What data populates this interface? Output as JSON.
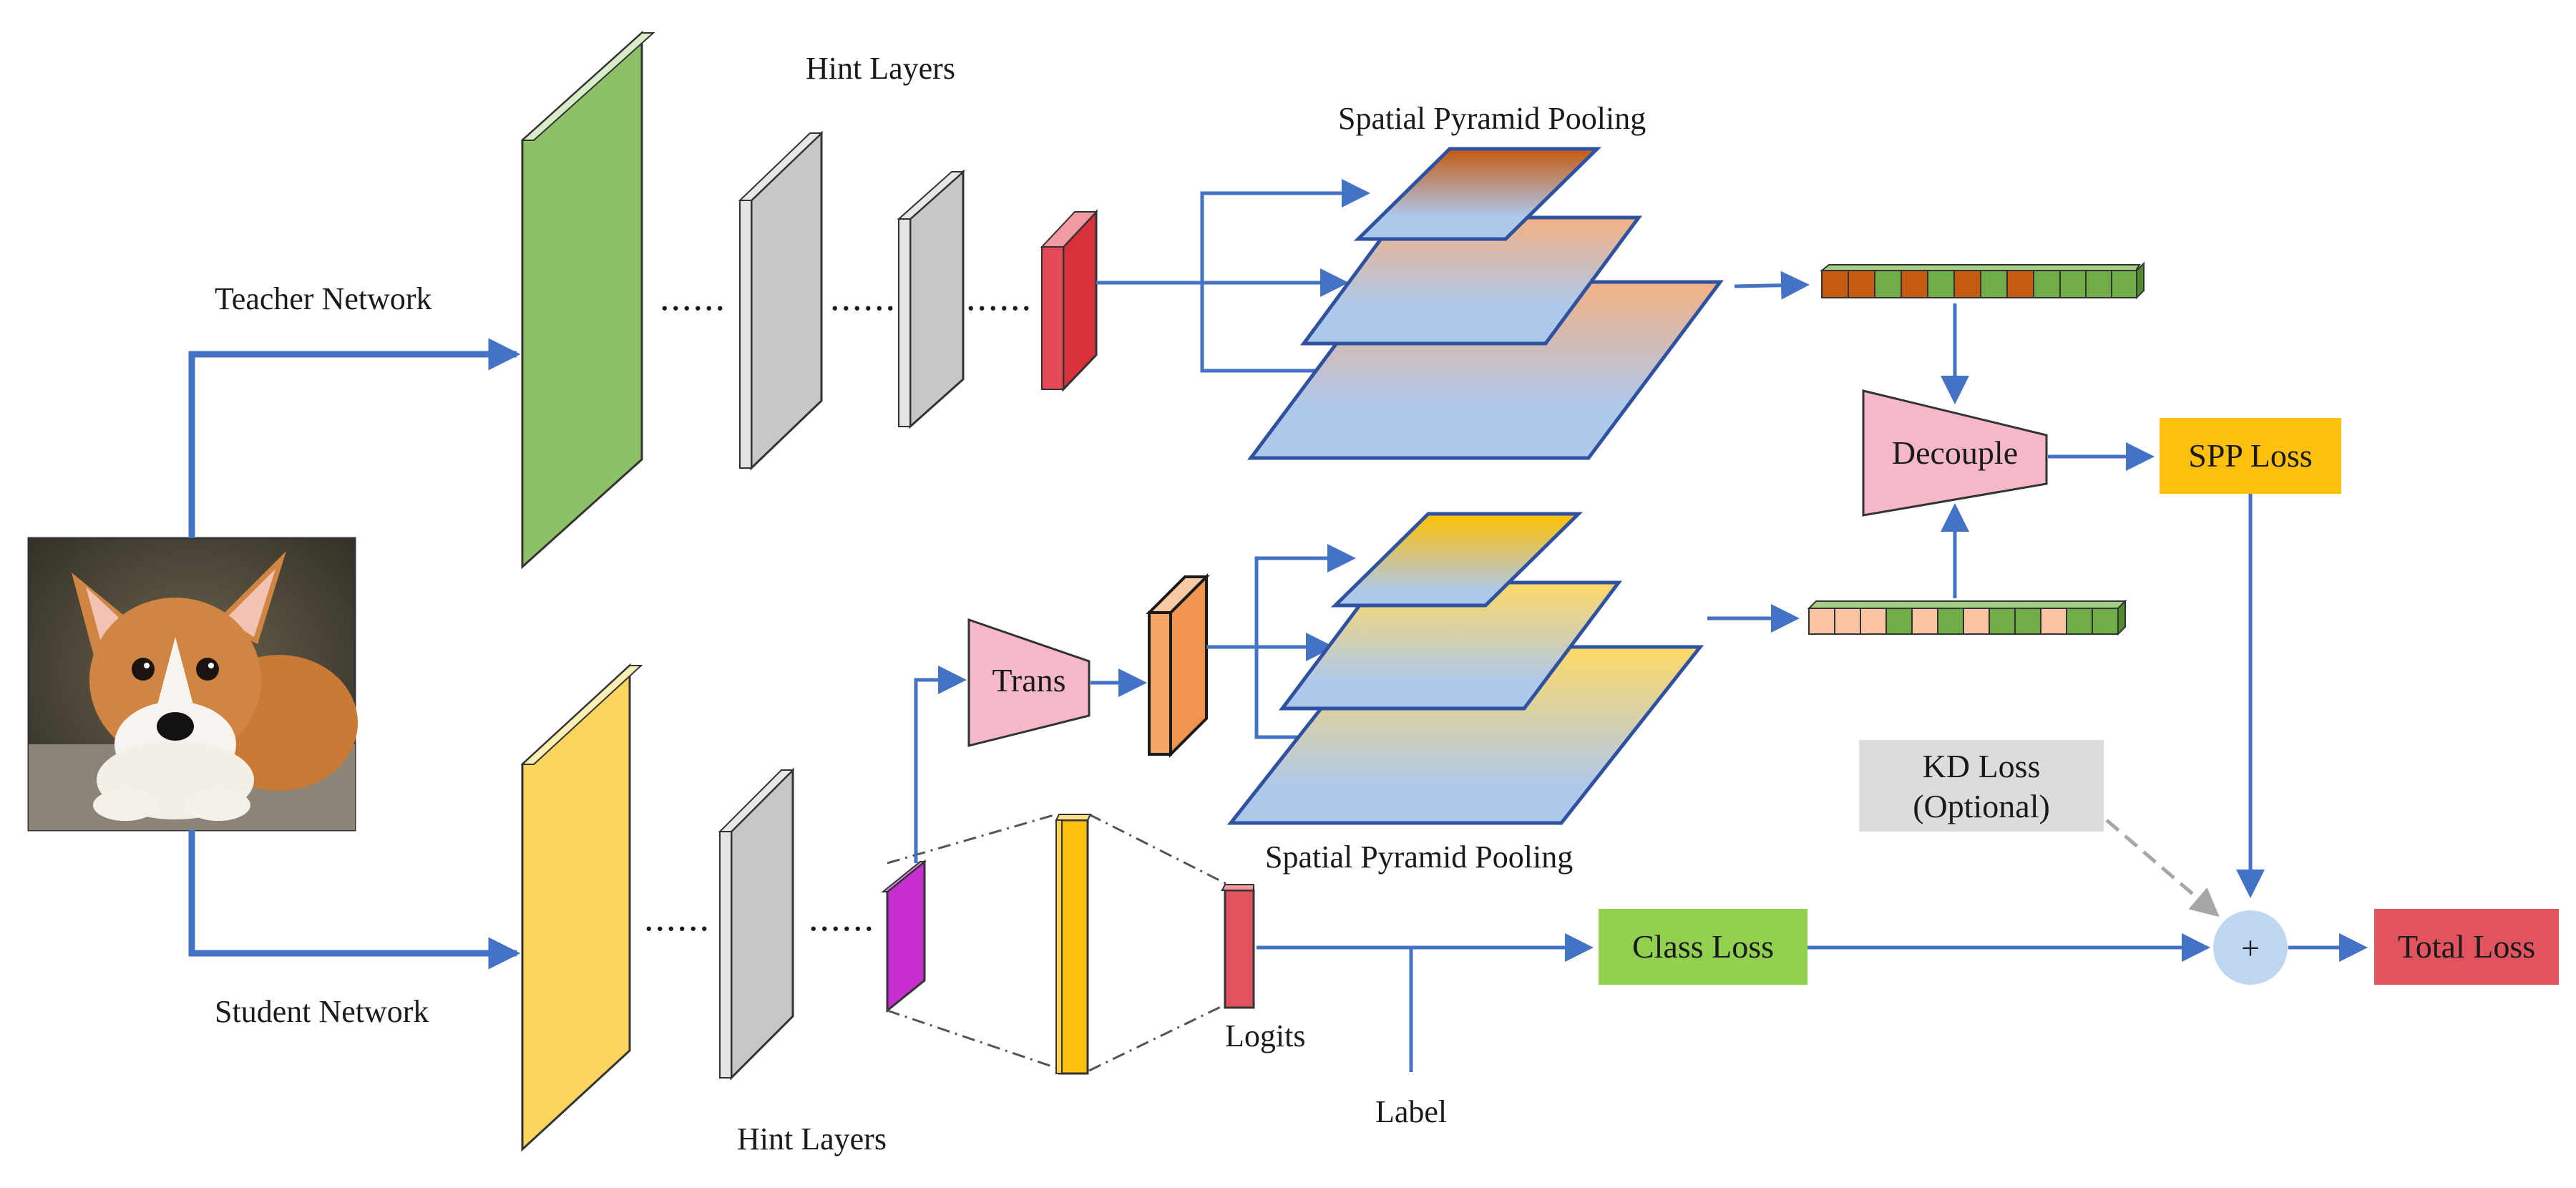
{
  "labels": {
    "teacher_network": "Teacher Network",
    "student_network": "Student Network",
    "hint_layers_top": "Hint Layers",
    "hint_layers_bottom": "Hint Layers",
    "spp_top": "Spatial Pyramid Pooling",
    "spp_bottom": "Spatial Pyramid Pooling",
    "trans": "Trans",
    "decouple": "Decouple",
    "spp_loss": "SPP Loss",
    "kd_loss_line1": "KD Loss",
    "kd_loss_line2": "(Optional)",
    "class_loss": "Class Loss",
    "total_loss": "Total Loss",
    "plus": "+",
    "logits": "Logits",
    "label": "Label",
    "dots": "......"
  },
  "colors": {
    "arrow": "#4472c4",
    "teacher_block": "#8cc168",
    "student_block": "#fcd55f",
    "hint_block": "#c6c7c9",
    "red_block": "#d9303a",
    "orange_block": "#f0954f",
    "magenta_block": "#c62ecf",
    "gold_block": "#fcc20e",
    "trans_fill": "#f5b8c8",
    "decouple_fill": "#f5b8c8",
    "spp_loss_fill": "#fdc00f",
    "class_loss_fill": "#92d050",
    "total_loss_fill": "#e0535f",
    "kd_loss_fill": "#dcdcdc",
    "plus_fill": "#bdd7ee"
  },
  "icons": {
    "input_image": "corgi-dog-photo"
  }
}
